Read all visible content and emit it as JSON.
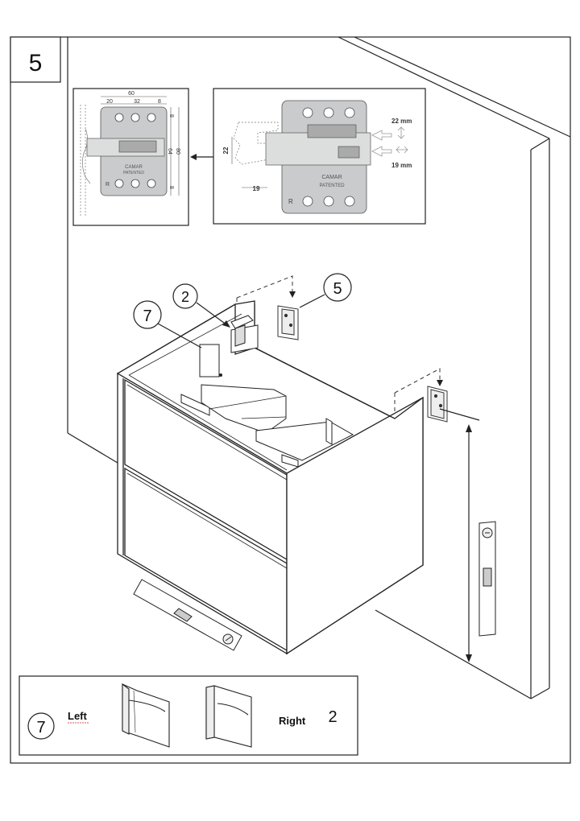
{
  "step": {
    "number": "5"
  },
  "detail_left": {
    "dims": {
      "d60": "60",
      "d20": "20",
      "d32": "32",
      "d8top": "8",
      "d8r1": "8",
      "d64": "64",
      "d80": "80",
      "d8r2": "8"
    },
    "plate_brand": "CAMAR",
    "plate_patented": "PATENTED",
    "side_mark": "R"
  },
  "detail_right": {
    "dim_22mm": "22 mm",
    "dim_19mm": "19 mm",
    "dim_22": "22",
    "dim_19": "19",
    "plate_brand": "CAMAR",
    "plate_patented": "PATENTED",
    "side_mark": "R"
  },
  "callouts": {
    "c2": "2",
    "c5": "5",
    "c7": "7"
  },
  "legend": {
    "callout_left": "7",
    "left_label": "Left",
    "right_label": "Right",
    "callout_right": "2"
  }
}
